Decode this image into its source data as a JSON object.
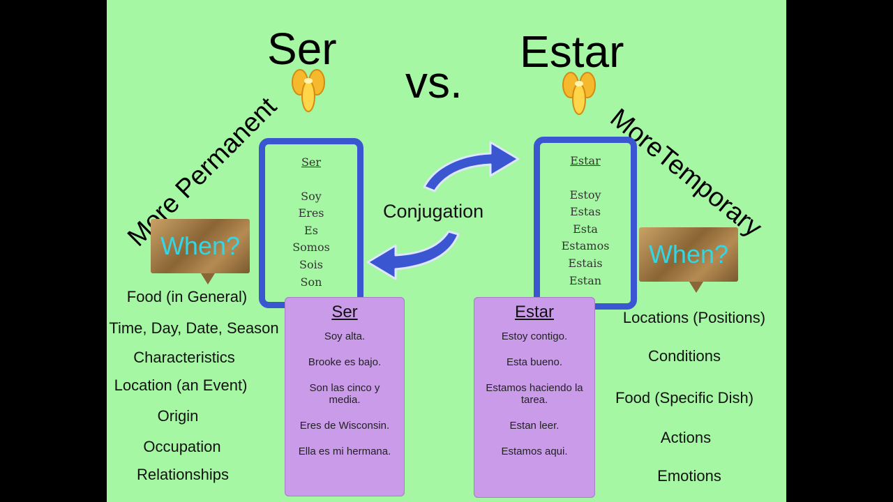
{
  "titles": {
    "ser": "Ser",
    "vs": "vs.",
    "estar": "Estar"
  },
  "labels": {
    "permanent": "More Permanent",
    "temporary": "MoreTemporary",
    "conjugation": "Conjugation",
    "when": "When?"
  },
  "ser_conjugation": {
    "heading": "Ser",
    "forms": [
      "Soy",
      "Eres",
      "Es",
      "Somos",
      "Sois",
      "Son"
    ]
  },
  "estar_conjugation": {
    "heading": "Estar",
    "forms": [
      "Estoy",
      "Estas",
      "Esta",
      "Estamos",
      "Estais",
      "Estan"
    ]
  },
  "ser_card": {
    "title": "Ser",
    "examples": [
      "Soy alta.",
      "Brooke es bajo.",
      "Son las cinco y media.",
      "Eres de Wisconsin.",
      "Ella es mi hermana."
    ]
  },
  "estar_card": {
    "title": "Estar",
    "examples": [
      "Estoy contigo.",
      "Esta bueno.",
      "Estamos haciendo la tarea.",
      "Estan leer.",
      "Estamos aqui."
    ]
  },
  "ser_uses": [
    "Food (in General)",
    "Time, Day, Date, Season",
    "Characteristics",
    "Location (an Event)",
    "Origin",
    "Occupation",
    "Relationships"
  ],
  "estar_uses": [
    "Locations (Positions)",
    "Conditions",
    "Food (Specific Dish)",
    "Actions",
    "Emotions"
  ],
  "colors": {
    "background": "#a6f7a3",
    "box_border": "#3a56d1",
    "card": "#c99be9",
    "when_text": "#34d6e4",
    "icon": "#f6b82d"
  },
  "icons": {
    "ser_icon": "bee-icon",
    "estar_icon": "bee-icon",
    "arrows": "curved-arrow-icon"
  }
}
